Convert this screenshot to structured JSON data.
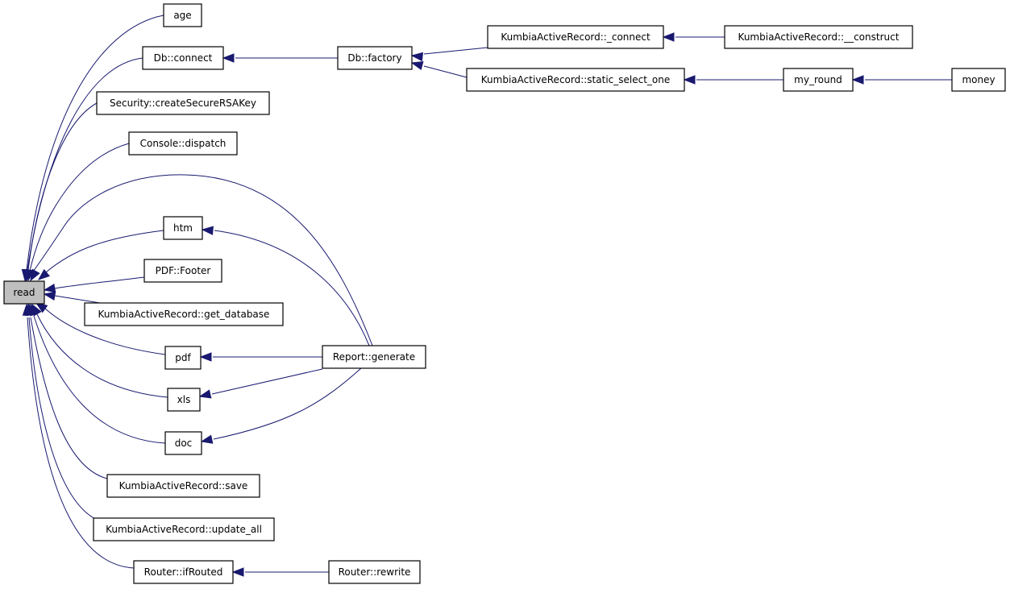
{
  "graph": {
    "nodes": [
      {
        "id": "read",
        "label": "read",
        "root": true
      },
      {
        "id": "age",
        "label": "age"
      },
      {
        "id": "db_connect",
        "label": "Db::connect"
      },
      {
        "id": "security",
        "label": "Security::createSecureRSAKey"
      },
      {
        "id": "console",
        "label": "Console::dispatch"
      },
      {
        "id": "htm",
        "label": "htm"
      },
      {
        "id": "pdf_footer",
        "label": "PDF::Footer"
      },
      {
        "id": "get_database",
        "label": "KumbiaActiveRecord::get_database"
      },
      {
        "id": "pdf",
        "label": "pdf"
      },
      {
        "id": "xls",
        "label": "xls"
      },
      {
        "id": "doc",
        "label": "doc"
      },
      {
        "id": "save",
        "label": "KumbiaActiveRecord::save"
      },
      {
        "id": "update_all",
        "label": "KumbiaActiveRecord::update_all"
      },
      {
        "id": "ifrouted",
        "label": "Router::ifRouted"
      },
      {
        "id": "db_factory",
        "label": "Db::factory"
      },
      {
        "id": "report_generate",
        "label": "Report::generate"
      },
      {
        "id": "router_rewrite",
        "label": "Router::rewrite"
      },
      {
        "id": "kar_connect",
        "label": "KumbiaActiveRecord::_connect"
      },
      {
        "id": "static_select_one",
        "label": "KumbiaActiveRecord::static_select_one"
      },
      {
        "id": "construct",
        "label": "KumbiaActiveRecord::__construct"
      },
      {
        "id": "my_round",
        "label": "my_round"
      },
      {
        "id": "money",
        "label": "money"
      }
    ],
    "edges": [
      {
        "from": "age",
        "to": "read"
      },
      {
        "from": "db_connect",
        "to": "read"
      },
      {
        "from": "security",
        "to": "read"
      },
      {
        "from": "console",
        "to": "read"
      },
      {
        "from": "report_generate",
        "to": "read"
      },
      {
        "from": "htm",
        "to": "read"
      },
      {
        "from": "pdf_footer",
        "to": "read"
      },
      {
        "from": "get_database",
        "to": "read"
      },
      {
        "from": "pdf",
        "to": "read"
      },
      {
        "from": "xls",
        "to": "read"
      },
      {
        "from": "doc",
        "to": "read"
      },
      {
        "from": "save",
        "to": "read"
      },
      {
        "from": "update_all",
        "to": "read"
      },
      {
        "from": "ifrouted",
        "to": "read"
      },
      {
        "from": "db_factory",
        "to": "db_connect"
      },
      {
        "from": "kar_connect",
        "to": "db_factory"
      },
      {
        "from": "static_select_one",
        "to": "db_factory"
      },
      {
        "from": "construct",
        "to": "kar_connect"
      },
      {
        "from": "my_round",
        "to": "static_select_one"
      },
      {
        "from": "money",
        "to": "my_round"
      },
      {
        "from": "report_generate",
        "to": "htm"
      },
      {
        "from": "report_generate",
        "to": "pdf"
      },
      {
        "from": "report_generate",
        "to": "xls"
      },
      {
        "from": "report_generate",
        "to": "doc"
      },
      {
        "from": "router_rewrite",
        "to": "ifrouted"
      }
    ]
  },
  "colors": {
    "edge": "#191970",
    "root_fill": "#bfbfbf",
    "node_fill": "#ffffff",
    "node_border": "#000000"
  }
}
